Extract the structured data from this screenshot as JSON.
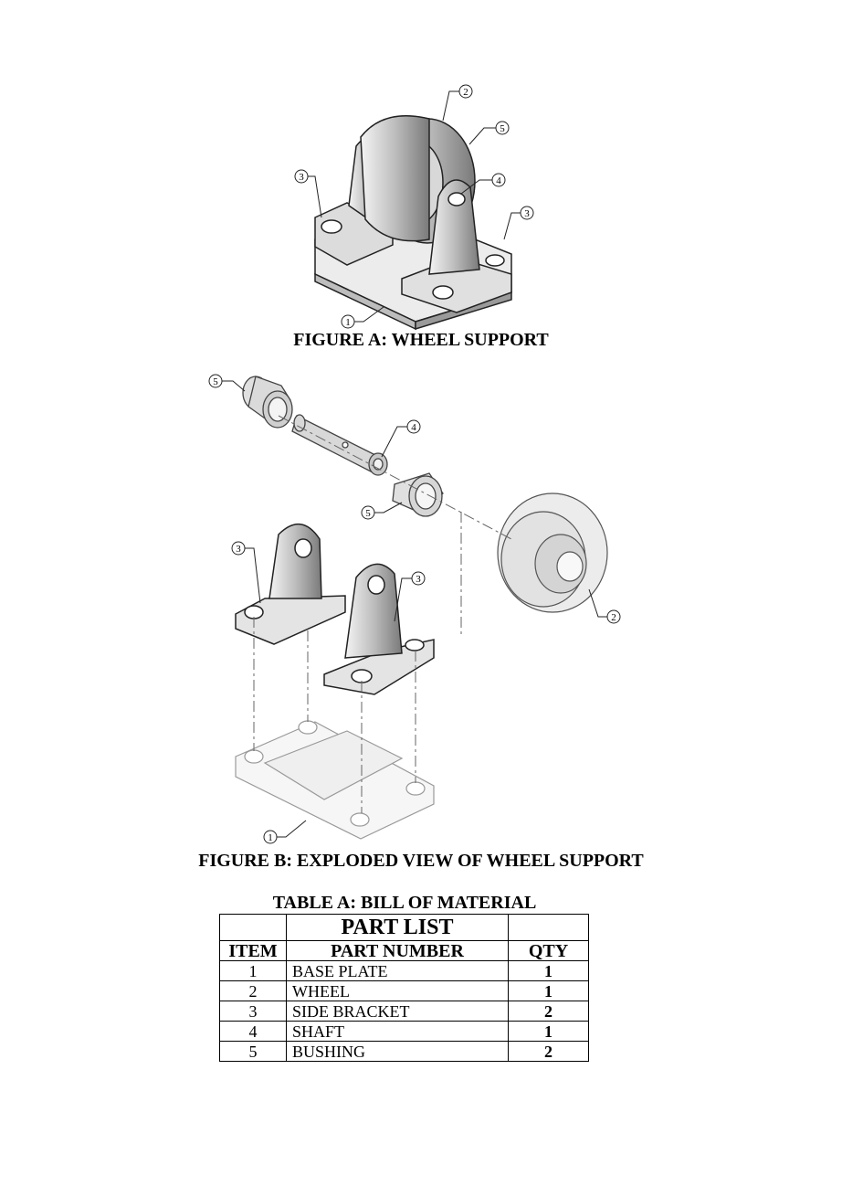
{
  "figure_a": {
    "caption": "FIGURE A: WHEEL SUPPORT",
    "balloons": [
      "1",
      "2",
      "3",
      "3",
      "4",
      "5"
    ]
  },
  "figure_b": {
    "caption": "FIGURE B: EXPLODED VIEW OF WHEEL SUPPORT",
    "balloons": [
      "1",
      "2",
      "3",
      "3",
      "4",
      "5",
      "5"
    ]
  },
  "table": {
    "title": "TABLE A: BILL OF MATERIAL",
    "header_main": "PART LIST",
    "col_item": "ITEM",
    "col_part": "PART NUMBER",
    "col_qty": "QTY",
    "rows": [
      {
        "item": "1",
        "part": "BASE PLATE",
        "qty": "1"
      },
      {
        "item": "2",
        "part": "WHEEL",
        "qty": "1"
      },
      {
        "item": "3",
        "part": "SIDE BRACKET",
        "qty": "2"
      },
      {
        "item": "4",
        "part": "SHAFT",
        "qty": "1"
      },
      {
        "item": "5",
        "part": "BUSHING",
        "qty": "2"
      }
    ]
  }
}
